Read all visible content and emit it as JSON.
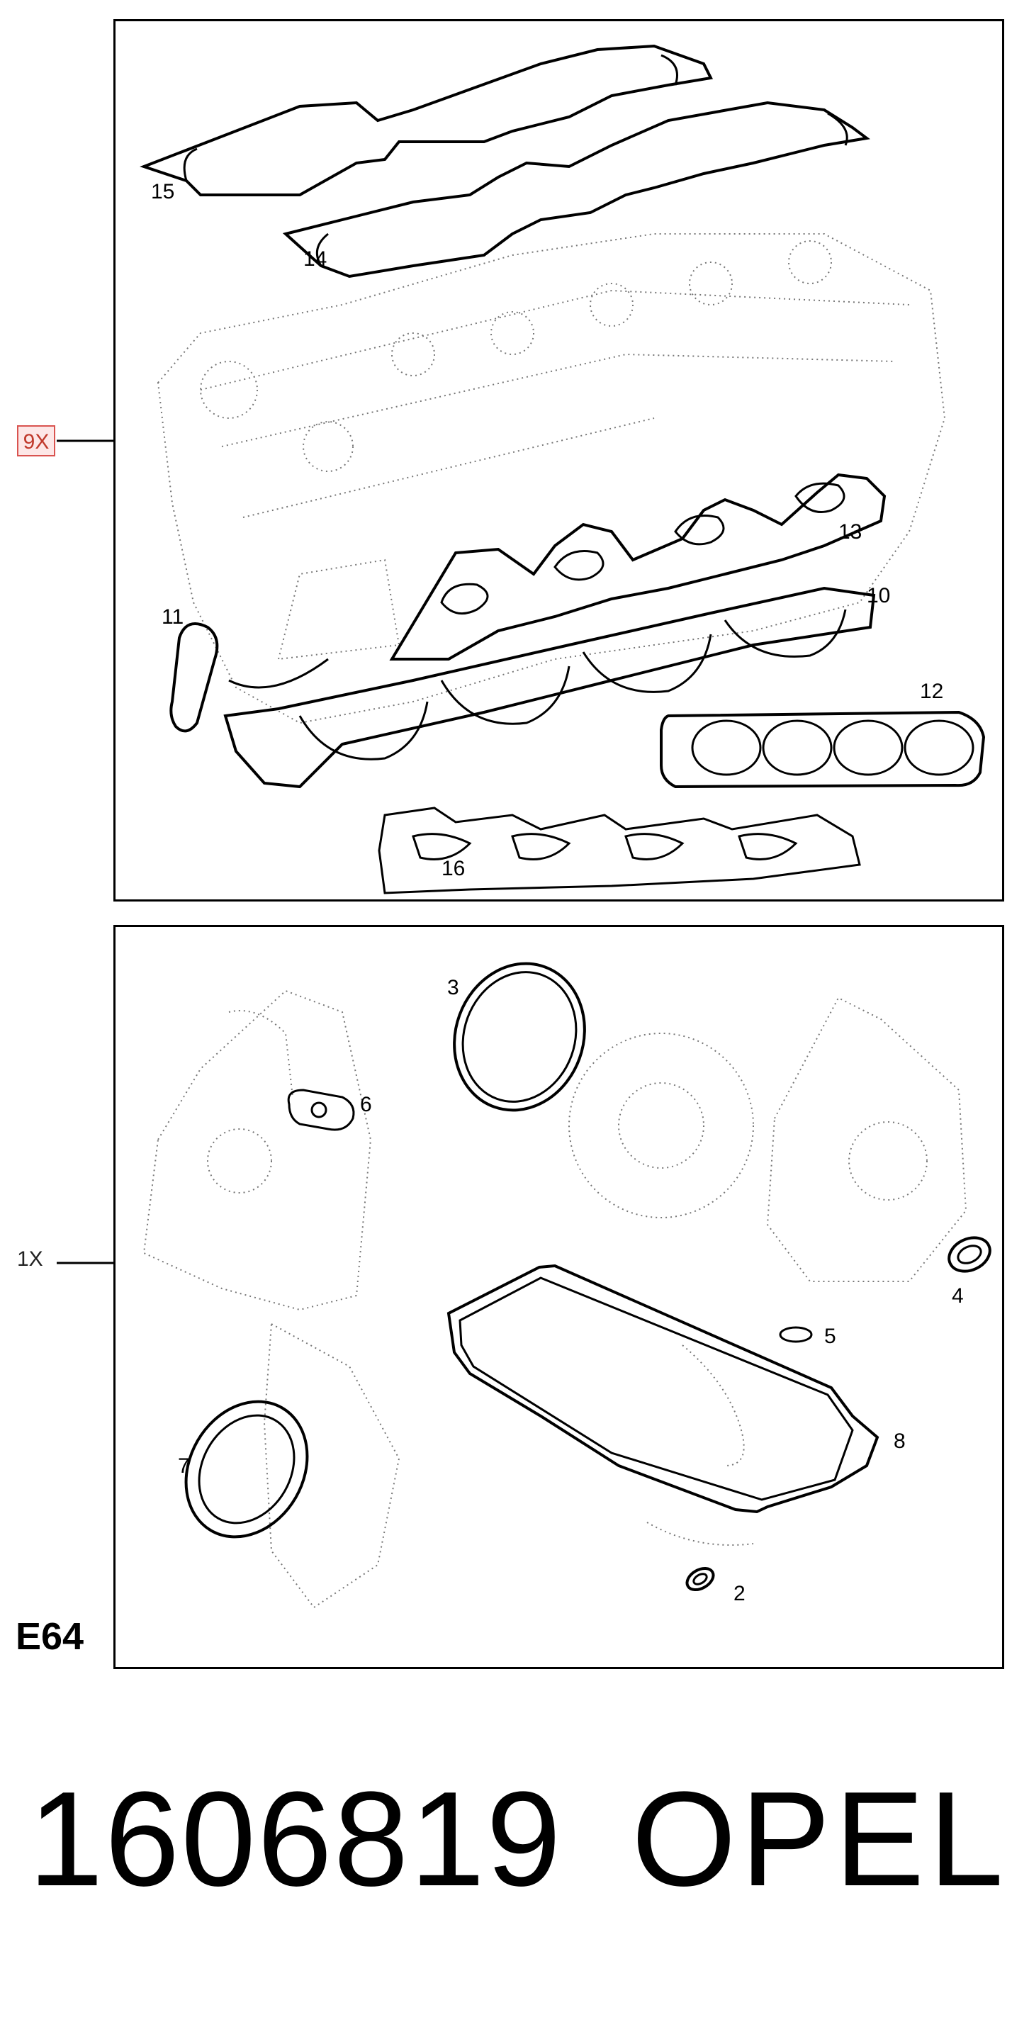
{
  "top_panel": {
    "quantity_label": "9X",
    "callouts": [
      "15",
      "14",
      "13",
      "10",
      "11",
      "12",
      "16"
    ]
  },
  "bottom_panel": {
    "quantity_label": "1X",
    "callouts": [
      "3",
      "6",
      "4",
      "5",
      "8",
      "7",
      "2"
    ],
    "diagram_code": "E64"
  },
  "footer": {
    "part_number": "1606819",
    "brand": "OPEL"
  }
}
